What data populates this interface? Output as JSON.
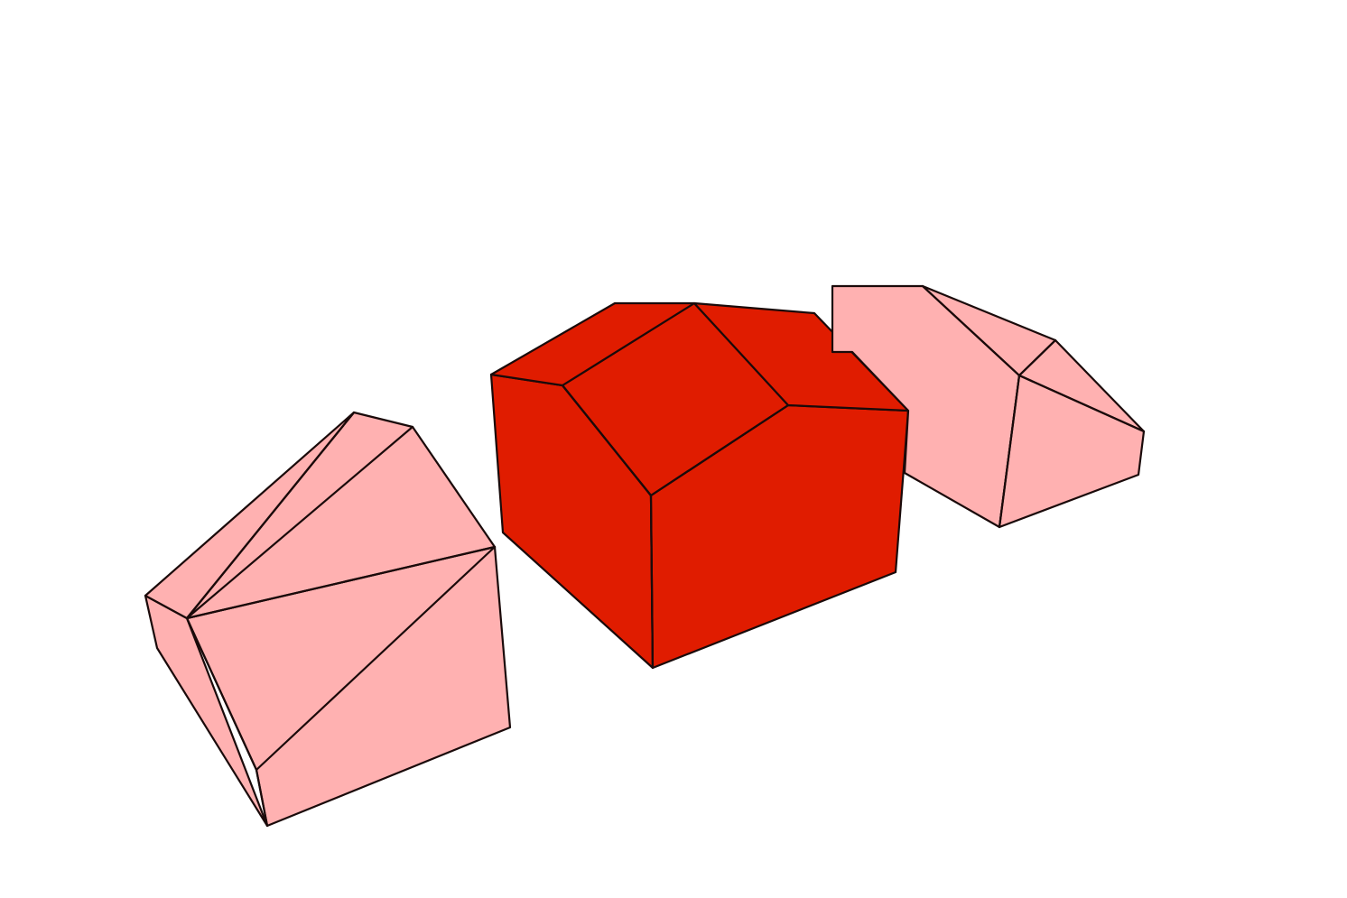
{
  "colors": {
    "background": "#ffffff",
    "center_solid": "#e01c00",
    "side_solids": "#ffb1b1",
    "edges": "#1a0a0a"
  },
  "solids": [
    {
      "id": "left-solid",
      "role": "dissected side piece",
      "fill": "#ffb1b1"
    },
    {
      "id": "center-solid",
      "role": "main solid",
      "fill": "#e01c00"
    },
    {
      "id": "right-solid",
      "role": "dissected side piece",
      "fill": "#ffb1b1"
    }
  ]
}
